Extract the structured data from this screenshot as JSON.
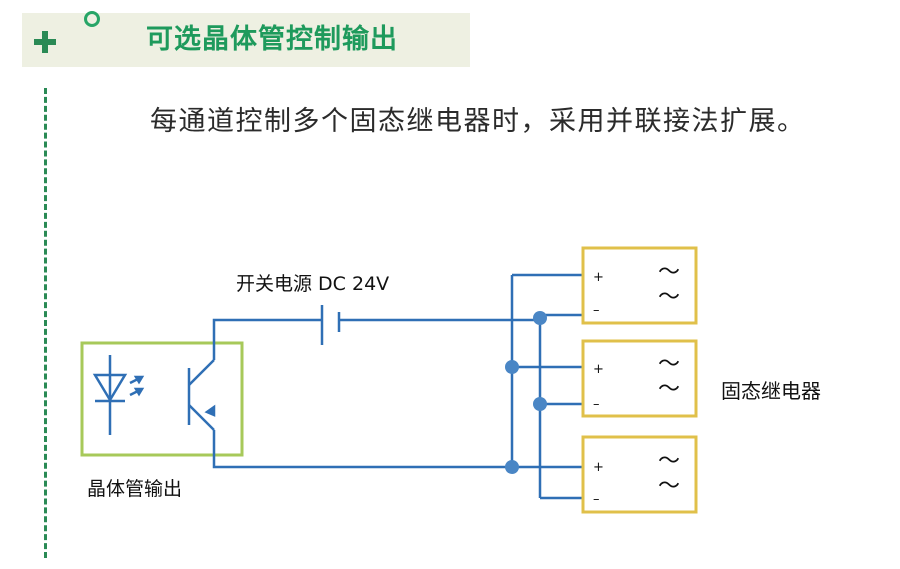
{
  "header": {
    "title": "可选晶体管控制输出"
  },
  "intro": {
    "text": "每通道控制多个固态继电器时，采用并联接法扩展。"
  },
  "circuit": {
    "power_label": "开关电源 DC 24V",
    "output_label": "晶体管输出",
    "relay_group_label": "固态继电器",
    "relays": [
      {
        "plus": "+",
        "minus": "–",
        "ac": "～"
      },
      {
        "plus": "+",
        "minus": "–",
        "ac": "～"
      },
      {
        "plus": "+",
        "minus": "–",
        "ac": "～"
      }
    ]
  },
  "colors": {
    "title_green": "#1e9a5c",
    "header_band": "#eef0e2",
    "plus_icon": "#2a8a55",
    "circle_icon": "#27a567",
    "wire_blue": "#2f6fb5",
    "node_blue": "#4a86c5",
    "optocoupler_box": "#a7c95a",
    "relay_box": "#e0c04a"
  }
}
